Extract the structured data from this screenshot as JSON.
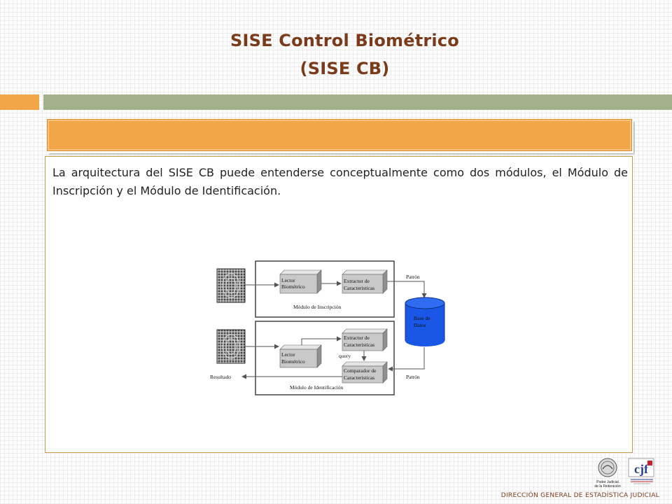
{
  "slide": {
    "title_line1": "SISE Control Biométrico",
    "title_line2": "(SISE CB)",
    "paragraph": "La arquitectura del SISE CB puede entenderse conceptualmente como dos módulos, el Módulo de Inscripción y el Módulo de Identificación.",
    "footer": "DIRECCIÓN GENERAL DE ESTADÍSTICA JUDICIAL"
  },
  "diagram": {
    "inscripcion": {
      "lector_l1": "Lector",
      "lector_l2": "Biométrico",
      "extractor_l1": "Extractor de",
      "extractor_l2": "Características",
      "module_label": "Módulo de Inscripción"
    },
    "patron_top": "Patrón",
    "database_l1": "Base de",
    "database_l2": "Datos",
    "identificacion": {
      "extractor_l1": "Extractor de",
      "extractor_l2": "Características",
      "lector_l1": "Lector",
      "lector_l2": "Biométrico",
      "query": "query",
      "comparador_l1": "Comparador de",
      "comparador_l2": "Características",
      "module_label": "Módulo de Identificación"
    },
    "resultado": "Resultado",
    "patron_bottom": "Patrón"
  },
  "logos": {
    "pjf_l1": "Poder Judicial",
    "pjf_l2": "de la Federación",
    "cjf_mark": "cjf"
  }
}
